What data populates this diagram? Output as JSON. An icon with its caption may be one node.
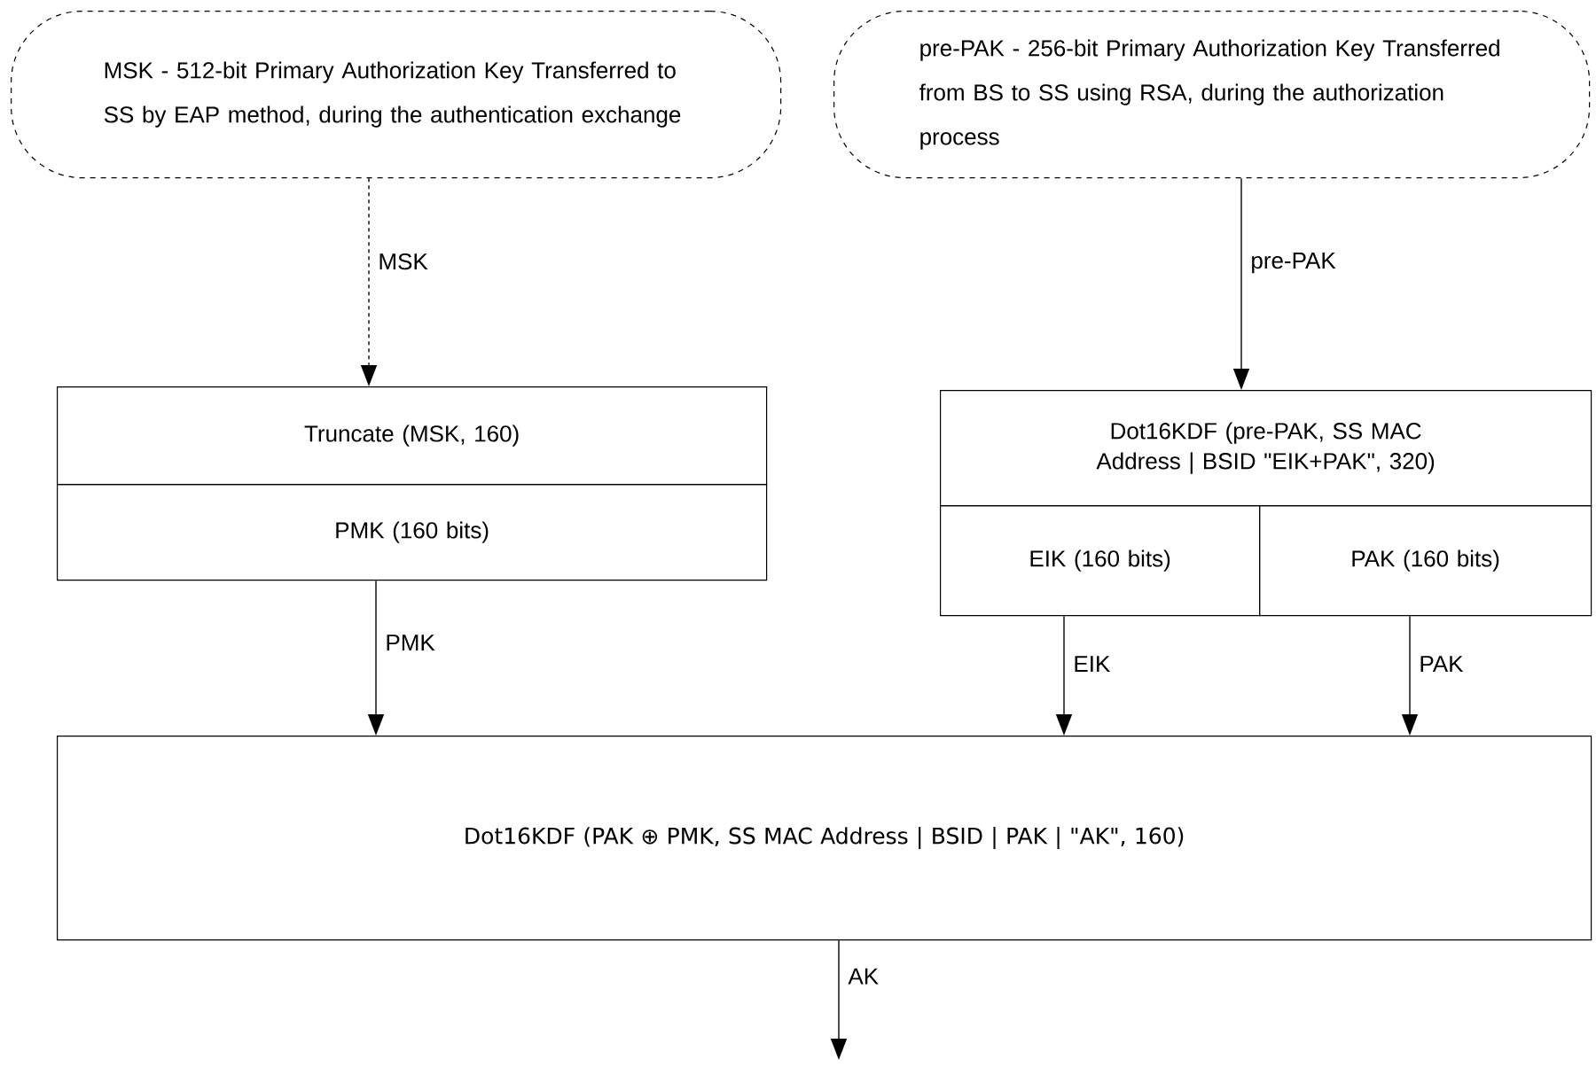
{
  "diagram": {
    "nodes": [
      {
        "text": [
          "MSK - 512-bit Primary Authorization Key Transferred to SS by EAP method, during the authentication exchange"
        ]
      },
      {
        "text": [
          "pre-PAK - 256-bit Primary Authorization Key Transferred from BS to SS using RSA, during the authorization process"
        ]
      },
      {
        "text": [
          "Truncate (MSK, 160)"
        ]
      },
      {
        "text": [
          "PMK (160 bits)"
        ]
      },
      {
        "text": [
          "Dot16KDF (pre-PAK, SS MAC Address | BSID \"EIK+PAK\", 320)"
        ]
      },
      {
        "text": [
          "EIK (160 bits)"
        ]
      },
      {
        "text": [
          "PAK (160 bits)"
        ]
      },
      {
        "text": [
          "Dot16KDF (PAK ⊕ PMK, SS MAC Address | BSID | PAK | \"AK\", 160)"
        ]
      }
    ],
    "edges": [
      {
        "from": 0,
        "to": 2,
        "arrow": "to",
        "label": "MSK",
        "style": "dashed"
      },
      {
        "from": 1,
        "to": 4,
        "arrow": "to",
        "label": "pre-PAK"
      },
      {
        "from": 3,
        "to": 7,
        "arrow": "to",
        "label": "PMK"
      },
      {
        "from": 5,
        "to": 7,
        "arrow": "to",
        "label": "EIK"
      },
      {
        "from": 6,
        "to": 7,
        "arrow": "to",
        "label": "PAK"
      },
      {
        "from": 7,
        "to": null,
        "arrow": "to",
        "label": "AK"
      }
    ]
  }
}
